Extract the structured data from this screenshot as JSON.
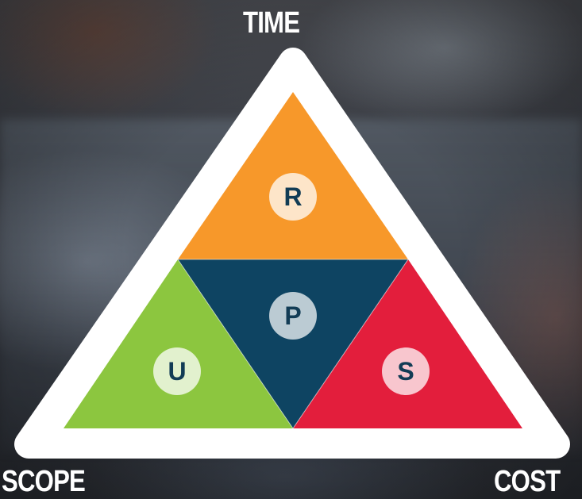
{
  "labels": {
    "top": "TIME",
    "bottom_left": "SCOPE",
    "bottom_right": "COST"
  },
  "sections": {
    "top": {
      "letter": "R",
      "color": "#f7982a"
    },
    "center": {
      "letter": "P",
      "color": "#0e4462"
    },
    "left": {
      "letter": "U",
      "color": "#8cc63f"
    },
    "right": {
      "letter": "S",
      "color": "#e31e3c"
    }
  },
  "colors": {
    "outline": "#ffffff",
    "badge_text": "#123c55"
  }
}
